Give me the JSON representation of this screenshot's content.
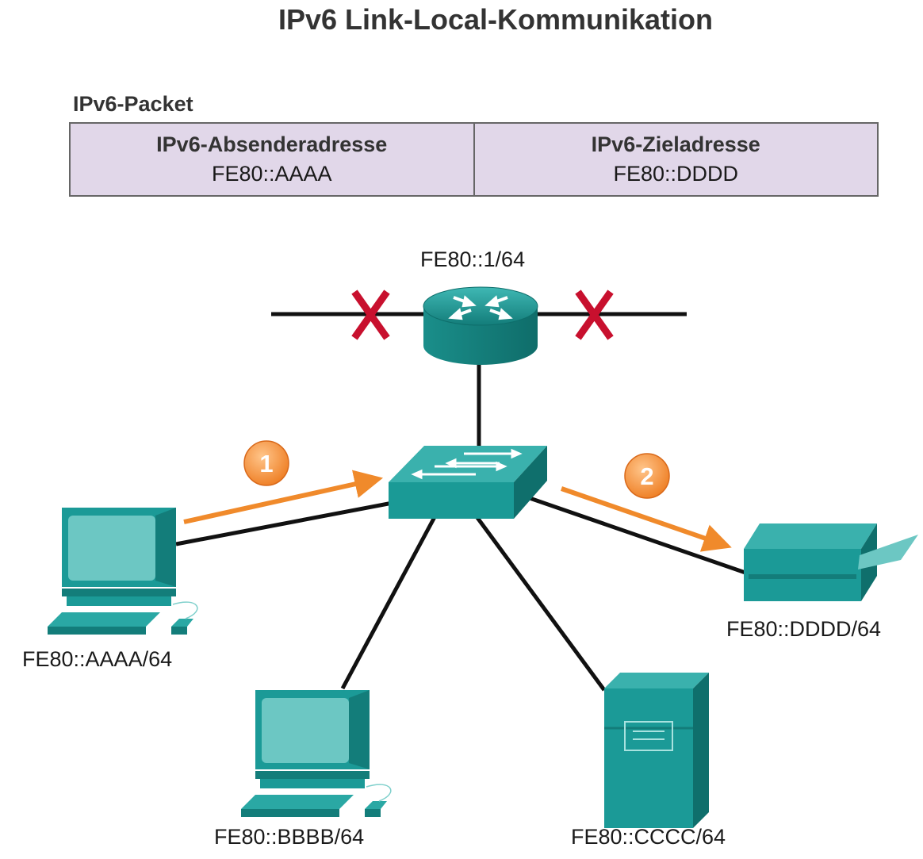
{
  "title": "IPv6 Link-Local-Kommunikation",
  "packet": {
    "label": "IPv6-Packet",
    "source_header": "IPv6-Absenderadresse",
    "source_value": "FE80::AAAA",
    "dest_header": "IPv6-Zieladresse",
    "dest_value": "FE80::DDDD"
  },
  "devices": {
    "router": "FE80::1/64",
    "pc_a": "FE80::AAAA/64",
    "pc_b": "FE80::BBBB/64",
    "server_c": "FE80::CCCC/64",
    "printer_d": "FE80::DDDD/64"
  },
  "steps": [
    "1",
    "2"
  ],
  "colors": {
    "device": "#1b9a97",
    "arrow": "#f08a2b",
    "blocked": "#c8102e",
    "packet_bg": "#e1d7e9"
  }
}
